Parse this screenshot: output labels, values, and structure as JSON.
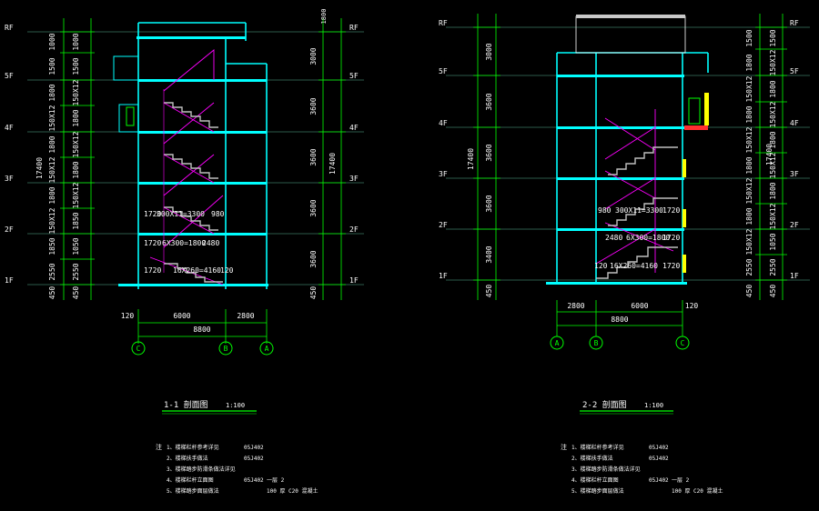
{
  "colors": {
    "bg": "#000000",
    "wall": "#00ffff",
    "dim": "#00ff00",
    "stair": "#ff00ff",
    "text": "#ffffff",
    "tread": "#c0c0c0",
    "yellow": "#ffff00",
    "red": "#ff3030"
  },
  "left": {
    "title": "1-1 剖面图",
    "scale": "1:100",
    "axes": [
      "C",
      "B",
      "A"
    ],
    "total_width": "8800",
    "bays": [
      "6000",
      "2800"
    ],
    "edge_offset": "120",
    "floors_left": [
      "RF",
      "5F",
      "4F",
      "3F",
      "2F",
      "1F"
    ],
    "floors_right": [
      "RF",
      "5F",
      "4F",
      "3F",
      "2F",
      "1F"
    ],
    "outer_dims": [
      "1000",
      "1500",
      "1800",
      "1800",
      "1800",
      "1850",
      "2550",
      "450"
    ],
    "stair_dims": [
      "1500",
      "150X12",
      "150X12",
      "150X12",
      "1050",
      "450"
    ],
    "total_height": "17400",
    "right_dims": [
      "3000",
      "3600",
      "3600",
      "3600",
      "3600",
      "450"
    ],
    "stair_labels": [
      "1720",
      "300X11=3300",
      "980",
      "1720",
      "6X300=1800",
      "2480",
      "1720",
      "16X260=4160",
      "120"
    ]
  },
  "right": {
    "title": "2-2 剖面图",
    "scale": "1:100",
    "axes": [
      "A",
      "B",
      "C"
    ],
    "total_width": "8800",
    "bays": [
      "2800",
      "6000"
    ],
    "edge_offset": "120",
    "floors_left": [
      "RF",
      "5F",
      "4F",
      "3F",
      "2F",
      "1F"
    ],
    "floors_right": [
      "RF",
      "5F",
      "4F",
      "3F",
      "2F",
      "1F"
    ],
    "left_dims": [
      "3000",
      "3600",
      "3600",
      "3600",
      "3400",
      "450"
    ],
    "total_height": "17400",
    "outer_dims": [
      "1500",
      "1800",
      "1800",
      "1800",
      "1800",
      "1850",
      "2550",
      "450"
    ],
    "stair_dims": [
      "1500",
      "150X12",
      "150X12",
      "150X12",
      "150X12",
      "1050",
      "450"
    ],
    "stair_labels": [
      "980",
      "300X11=3300",
      "1720",
      "2480",
      "6X300=1800",
      "1720",
      "120",
      "16X260=4160",
      "1720"
    ]
  },
  "notes_left": {
    "marker": "注",
    "lines": [
      "1、楼梯栏杆参考详见",
      "2、楼梯扶手做法",
      "3、楼梯踏步防滑条做法详见",
      "4、楼梯栏杆立面图",
      "5、楼梯踏步面层做法"
    ],
    "refs": [
      "05J402",
      "05J402",
      "",
      "05J402",
      ""
    ],
    "extra": [
      "",
      "",
      "",
      "一层 2",
      "100 厚 C20 混凝土"
    ]
  },
  "notes_right": {
    "marker": "注",
    "lines": [
      "1、楼梯栏杆参考详见",
      "2、楼梯扶手做法",
      "3、楼梯踏步防滑条做法详见",
      "4、楼梯栏杆立面图",
      "5、楼梯踏步面层做法"
    ],
    "refs": [
      "05J402",
      "05J402",
      "",
      "05J402",
      ""
    ],
    "extra": [
      "",
      "",
      "",
      "一层 2",
      "100 厚 C20 混凝土"
    ]
  }
}
